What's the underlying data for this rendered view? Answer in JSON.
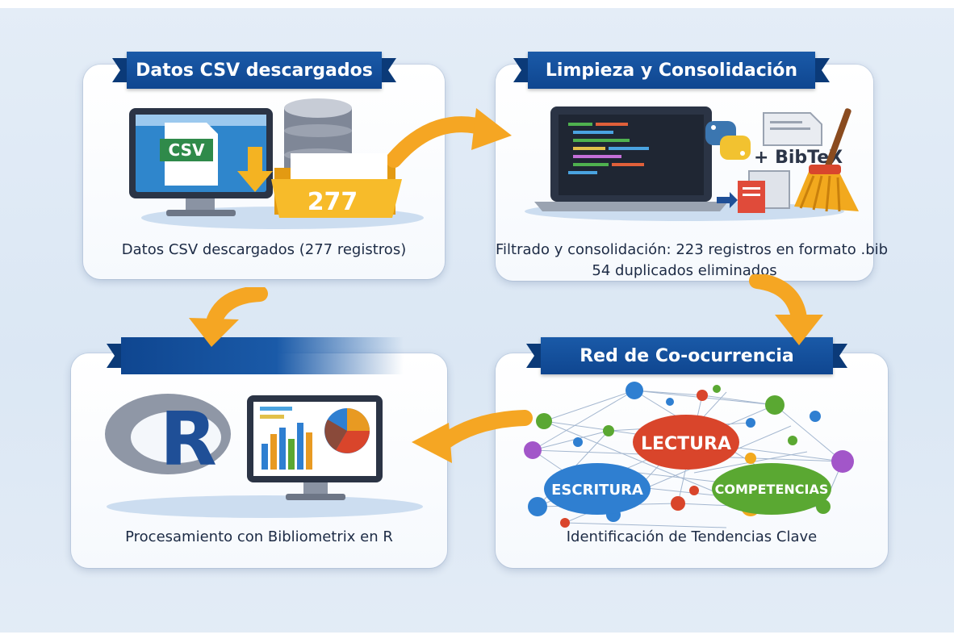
{
  "panels": [
    {
      "banner": "Datos CSV descargados",
      "caption": "Datos CSV descargados (277 registros)",
      "csv_label": "CSV",
      "folder_count": "277"
    },
    {
      "banner": "Limpieza y Consolidación",
      "caption_line1": "Filtrado y consolidación: 223 registros en formato .bib",
      "caption_line2": "54 duplicados eliminados",
      "bibtex_label": "+ BibTeX"
    },
    {
      "banner": "Red de Co-ocurrencia",
      "caption": "Identificación de Tendencias Clave",
      "nodes": [
        "LECTURA",
        "ESCRITURA",
        "COMPETENCIAS"
      ]
    },
    {
      "banner": "",
      "caption": "Procesamiento con Bibliometrix en R",
      "r_logo": "R"
    }
  ],
  "colors": {
    "banner_blue": "#1a5aa8",
    "arrow_orange": "#f5a623",
    "lectura_red": "#d9452b",
    "escritura_blue": "#2f7fd1",
    "competencias_green": "#5aa832"
  },
  "icons": [
    "monitor-icon",
    "database-icon",
    "folder-icon",
    "laptop-icon",
    "python-icon",
    "broom-icon",
    "r-logo-icon",
    "chart-monitor-icon",
    "network-icon"
  ]
}
